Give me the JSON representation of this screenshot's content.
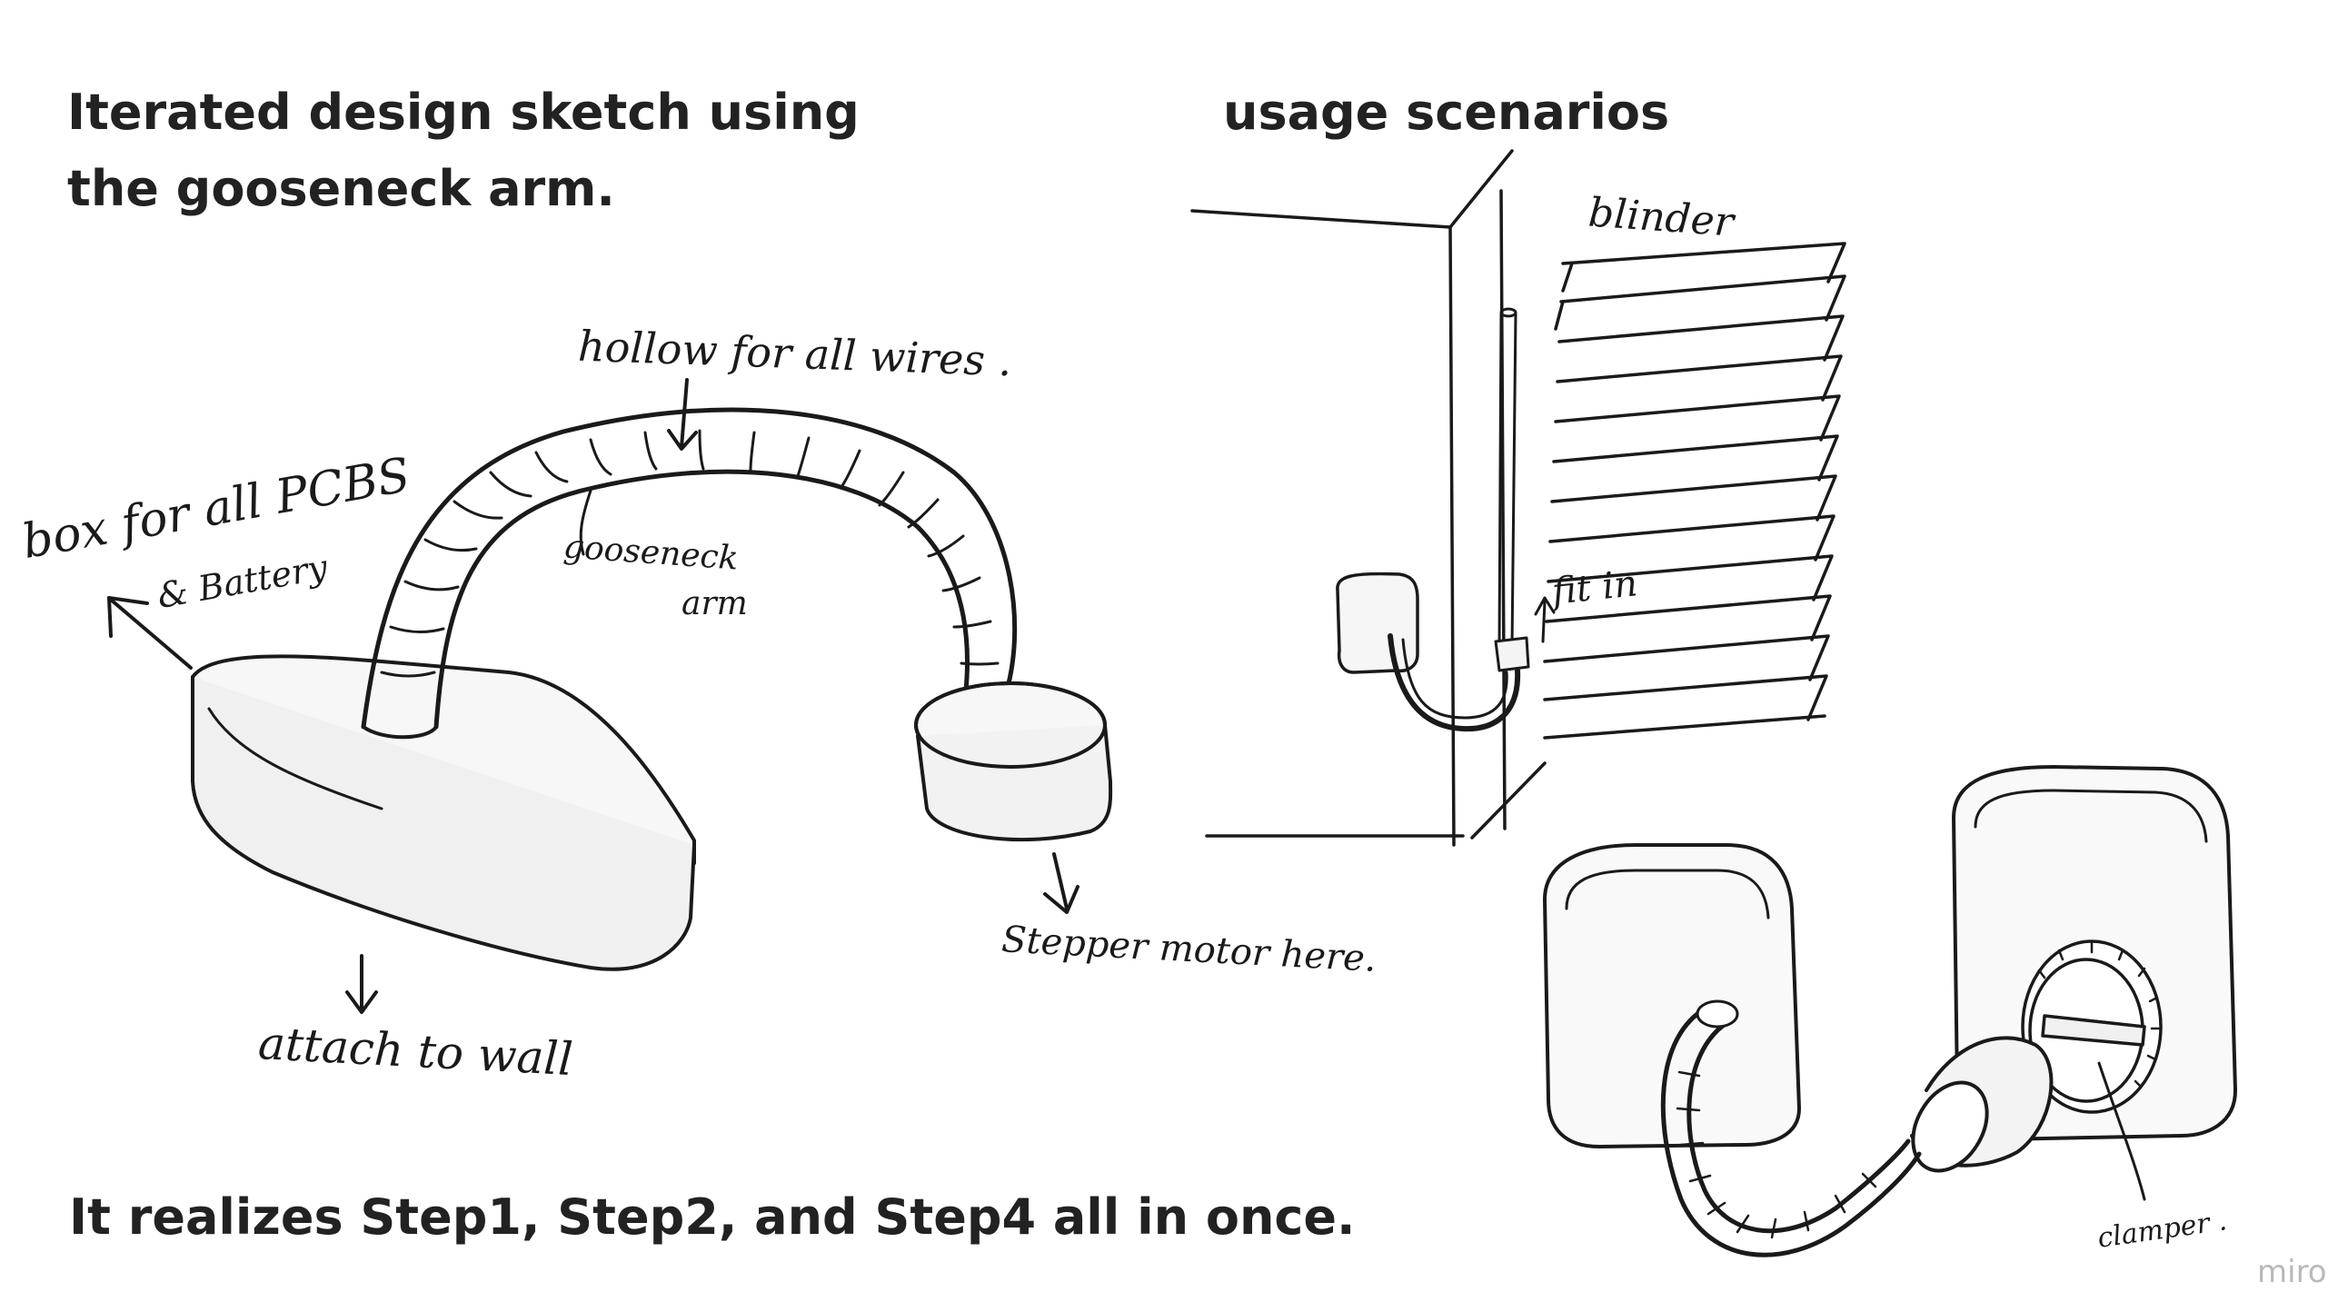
{
  "headings": {
    "left_title": "Iterated design sketch using\nthe gooseneck arm.",
    "right_title": "usage scenarios",
    "footer": "It realizes Step1, Step2, and Step4 all in once."
  },
  "labels": {
    "hollow": "hollow for all wires .",
    "box": "box for all PCBS",
    "battery": "& Battery",
    "gooseneck": "gooseneck",
    "arm": "arm",
    "stepper": "Stepper motor here.",
    "attach": "attach to wall",
    "blinder": "blinder",
    "fit_in": "fit in",
    "clamper": "clamper ."
  },
  "watermark": "miro"
}
